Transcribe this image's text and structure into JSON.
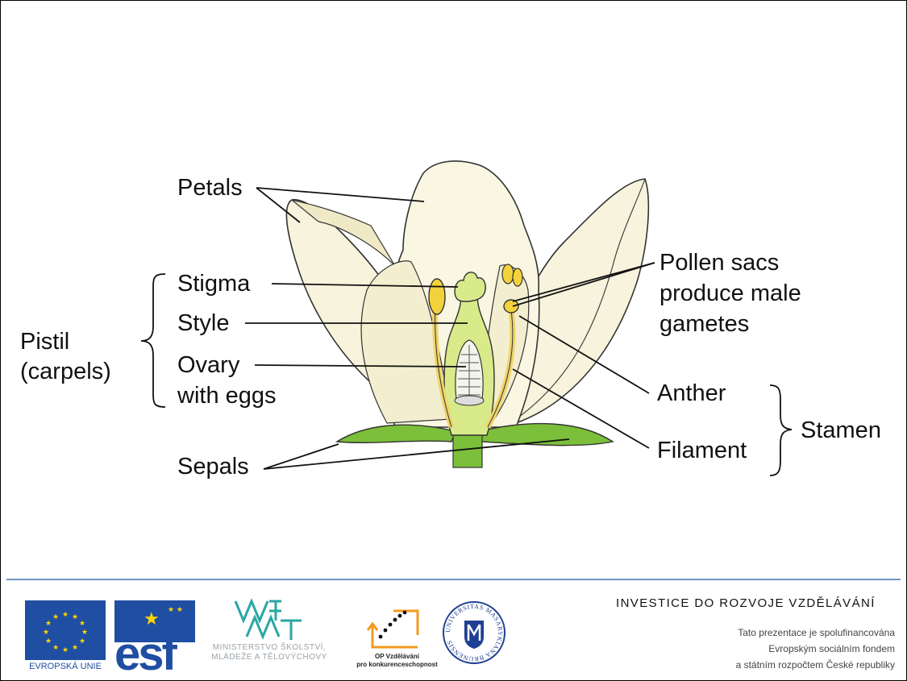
{
  "diagram": {
    "labels": {
      "petals": "Petals",
      "stigma": "Stigma",
      "style": "Style",
      "pistil_line1": "Pistil",
      "pistil_line2": "(carpels)",
      "ovary_line1": "Ovary",
      "ovary_line2": "with eggs",
      "sepals": "Sepals",
      "pollen_line1": "Pollen sacs",
      "pollen_line2": "produce male",
      "pollen_line3": "gametes",
      "anther": "Anther",
      "filament": "Filament",
      "stamen": "Stamen"
    },
    "colors": {
      "petal": "#f7f3dc",
      "petal_stroke": "#333333",
      "sepal": "#7cbf3a",
      "pistil": "#d9ea8a",
      "anther": "#f2d33c",
      "filament": "#eed56a"
    }
  },
  "footer": {
    "eu_label": "EVROPSKÁ UNIE",
    "esf_label": "esf",
    "msmt_line1": "MINISTERSTVO ŠKOLSTVÍ,",
    "msmt_line2": "MLÁDEŽE A TĚLOVÝCHOVY",
    "op_line1": "OP Vzdělávání",
    "op_line2": "pro konkurenceschopnost",
    "muni_ring": "UNIVERSITAS MASARYKIANA BRUNENSIS",
    "investice": "INVESTICE DO ROZVOJE VZDĚLÁVÁNÍ",
    "finance_line1": "Tato prezentace je spolufinancována",
    "finance_line2": "Evropským sociálním fondem",
    "finance_line3": "a státním rozpočtem České republiky",
    "accent_color": "#1f4ea3"
  }
}
